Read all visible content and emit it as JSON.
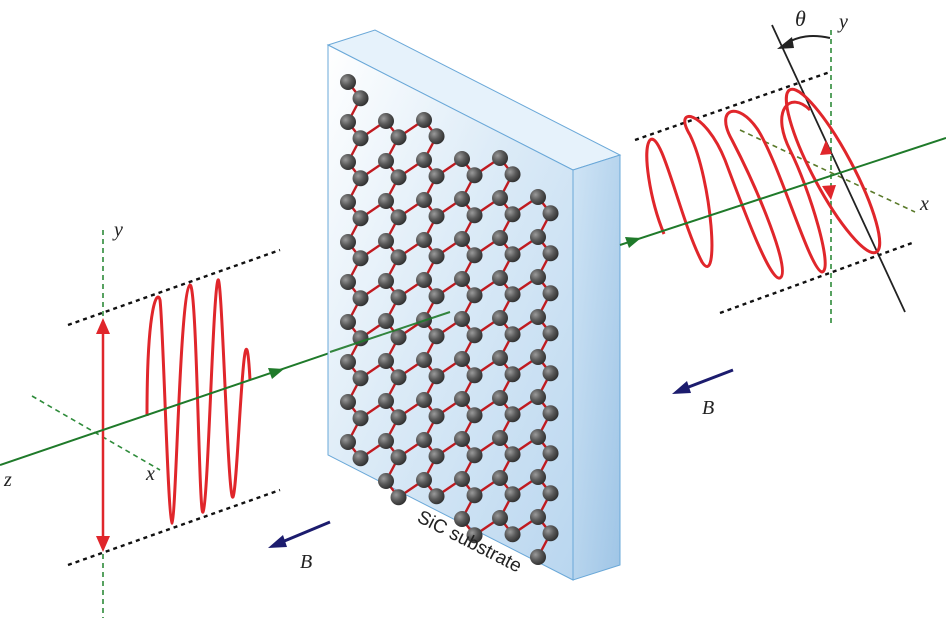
{
  "labels": {
    "y_left": "y",
    "x_left": "x",
    "z_left": "z",
    "b_left": "B",
    "b_right": "B",
    "y_right": "y",
    "x_right": "x",
    "theta": "θ",
    "substrate": "SiC substrate"
  },
  "colors": {
    "wave": "#e0262b",
    "beam": "#1f7a2a",
    "axis_dash": "#2e8b3a",
    "bound_dash": "#111111",
    "b_arrow": "#1c1c6e",
    "atom": "#555555",
    "bond": "#c01a20",
    "substrate_face": "#c9e1f3",
    "substrate_side": "#a9cbe8"
  },
  "icons": {
    "atoms": "graphene-carbon-atom-icon",
    "b_field": "magnetic-field-arrow-icon"
  }
}
